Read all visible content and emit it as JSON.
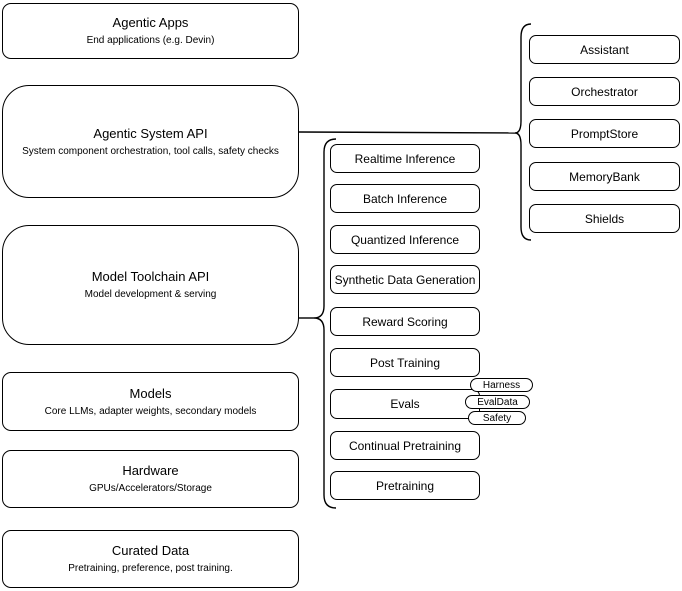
{
  "diagram": {
    "colors": {
      "stroke": "#000000",
      "fill": "#ffffff",
      "background": "#ffffff"
    },
    "left_stack": [
      {
        "title": "Agentic Apps",
        "subtitle": "End applications (e.g. Devin)"
      },
      {
        "title": "Agentic System API",
        "subtitle": "System component orchestration, tool calls, safety checks"
      },
      {
        "title": "Model Toolchain API",
        "subtitle": "Model development & serving"
      },
      {
        "title": "Models",
        "subtitle": "Core LLMs, adapter weights, secondary models"
      },
      {
        "title": "Hardware",
        "subtitle": "GPUs/Accelerators/Storage"
      },
      {
        "title": "Curated Data",
        "subtitle": "Pretraining, preference, post training."
      }
    ],
    "toolchain_group": [
      "Realtime Inference",
      "Batch Inference",
      "Quantized Inference",
      "Synthetic Data Generation",
      "Reward Scoring",
      "Post Training",
      "Evals",
      "Continual Pretraining",
      "Pretraining"
    ],
    "eval_tags": [
      "Harness",
      "EvalData",
      "Safety"
    ],
    "system_group": [
      "Assistant",
      "Orchestrator",
      "PromptStore",
      "MemoryBank",
      "Shields"
    ]
  }
}
